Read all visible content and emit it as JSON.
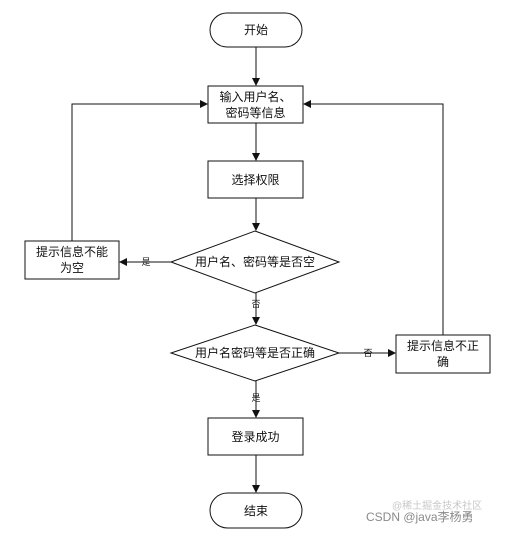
{
  "flowchart": {
    "start": "开始",
    "input": [
      "输入用户名、",
      "密码等信息"
    ],
    "select_permission": "选择权限",
    "decision_empty": "用户名、密码等是否空",
    "error_empty": [
      "提示信息不能",
      "为空"
    ],
    "decision_correct": "用户名密码等是否正确",
    "error_incorrect": [
      "提示信息不正",
      "确"
    ],
    "login_success": "登录成功",
    "end": "结束",
    "edge_yes_1": "是",
    "edge_no_1": "否",
    "edge_no_2": "否",
    "edge_yes_2": "是"
  },
  "watermark": {
    "text": "CSDN @java李杨勇",
    "faint_text": "@稀土掘金技术社区"
  }
}
